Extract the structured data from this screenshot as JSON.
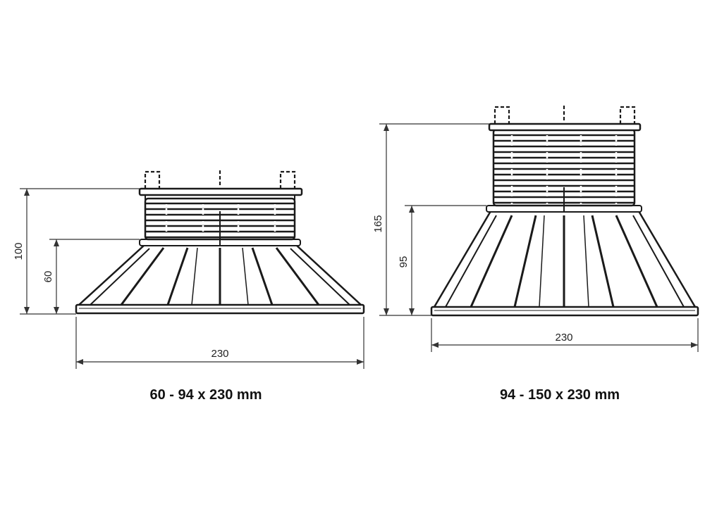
{
  "left_pedestal": {
    "caption": "60 - 94 x 230 mm",
    "dim_total_height": "100",
    "dim_base_height": "60",
    "dim_width": "230"
  },
  "right_pedestal": {
    "caption": "94 - 150 x 230 mm",
    "dim_total_height": "165",
    "dim_base_height": "95",
    "dim_width": "230"
  },
  "colors": {
    "line": "#1a1a1a",
    "dimension": "#333333"
  }
}
